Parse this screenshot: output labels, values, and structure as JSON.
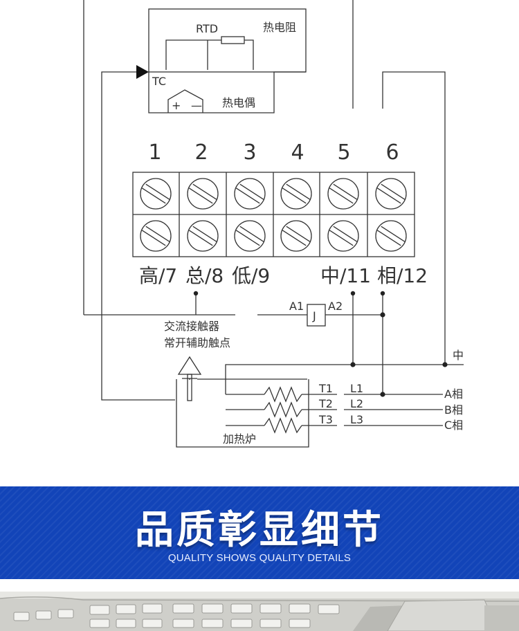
{
  "diagram": {
    "rtd_label": "RTD",
    "rtd_name": "热电阻",
    "tc_label": "TC",
    "tc_name": "热电偶",
    "tc_plus": "+",
    "tc_minus": "—",
    "terminal_numbers": [
      "1",
      "2",
      "3",
      "4",
      "5",
      "6"
    ],
    "bottom_labels": [
      "高/7",
      "总/8",
      "低/9",
      "中/11",
      "相/12"
    ],
    "relay_a1": "A1",
    "relay_a2": "A2",
    "relay_j": "J",
    "contactor_line1": "交流接触器",
    "contactor_line2": "常开辅助触点",
    "neutral_label": "中",
    "t_labels": [
      "T1",
      "T2",
      "T3"
    ],
    "l_labels": [
      "L1",
      "L2",
      "L3"
    ],
    "phase_labels": [
      "A相",
      "B相",
      "C相"
    ],
    "furnace_label": "加热炉"
  },
  "banner": {
    "title": "品质彰显细节",
    "subtitle": "QUALITY SHOWS QUALITY DETAILS",
    "background_color": "#1244b8"
  }
}
